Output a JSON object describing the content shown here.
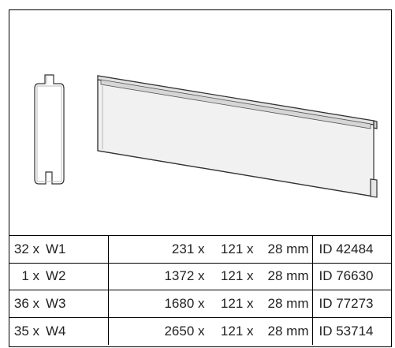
{
  "table": {
    "rows": [
      {
        "qty": "32 x",
        "code": "W1",
        "length": "231 x",
        "width": "121 x",
        "thickness": "28 mm",
        "id": "ID 42484"
      },
      {
        "qty": "1 x",
        "code": "W2",
        "length": "1372 x",
        "width": "121 x",
        "thickness": "28 mm",
        "id": "ID 76630"
      },
      {
        "qty": "36 x",
        "code": "W3",
        "length": "1680 x",
        "width": "121 x",
        "thickness": "28 mm",
        "id": "ID 77273"
      },
      {
        "qty": "35 x",
        "code": "W4",
        "length": "2650 x",
        "width": "121 x",
        "thickness": "28 mm",
        "id": "ID 53714"
      }
    ]
  },
  "illustration": {
    "profile_view": "tongue-and-groove-profile",
    "board_view": "wall-plank-perspective"
  }
}
